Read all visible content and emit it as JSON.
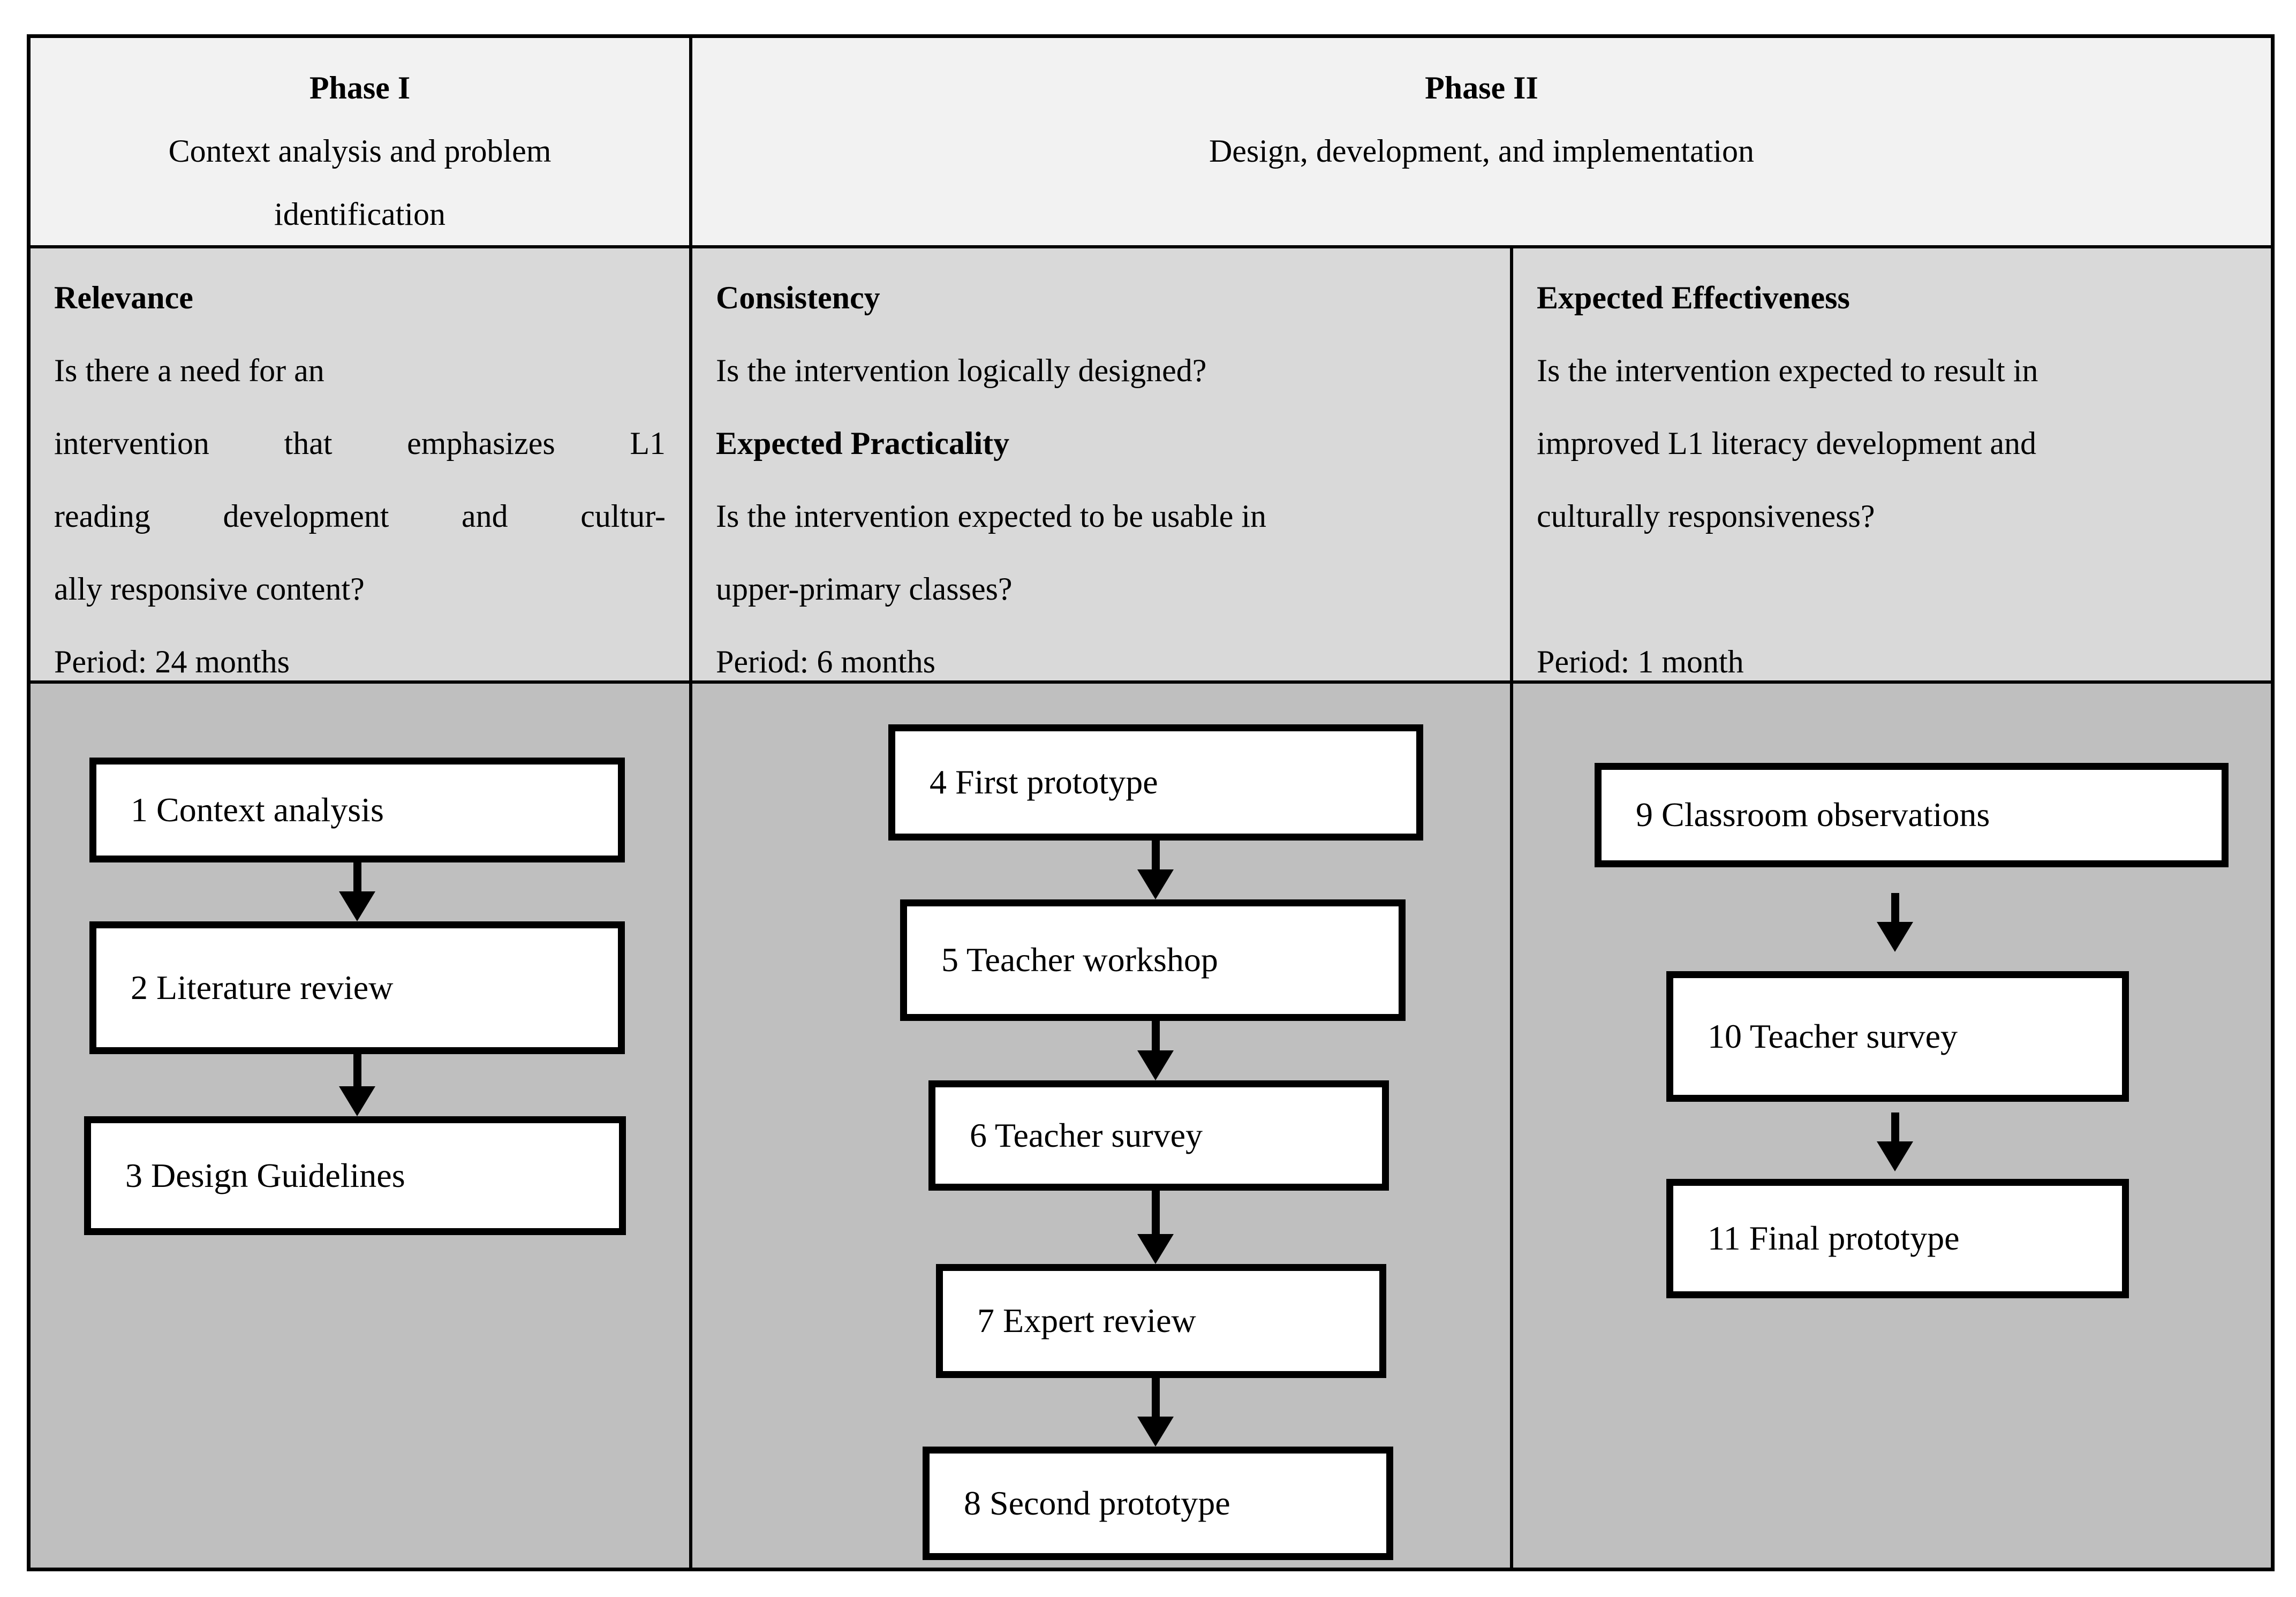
{
  "colors": {
    "row1_bg": "#f2f2f2",
    "row2_bg": "#d9d9d9",
    "row3_bg": "#bfbfbf",
    "border": "#000000",
    "box_bg": "#ffffff"
  },
  "header": {
    "phase1": {
      "title": "Phase I",
      "subtitle_line1": "Context analysis and problem",
      "subtitle_line2": "identification"
    },
    "phase2": {
      "title": "Phase II",
      "subtitle_line1": "Design, development, and implementation"
    }
  },
  "criteria": {
    "relevance": {
      "title": "Relevance",
      "line1": "Is there a need for an",
      "line2": "intervention that emphasizes L1",
      "line3": "reading development and cultur-",
      "line4": "ally responsive content?",
      "period": "Period: 24 months"
    },
    "consistency": {
      "title1": "Consistency",
      "line1": "Is the intervention logically designed?",
      "title2": "Expected Practicality",
      "line2": "Is the intervention expected to be usable in",
      "line3": "upper-primary classes?",
      "period": "Period: 6 months"
    },
    "effectiveness": {
      "title": "Expected Effectiveness",
      "line1": "Is the intervention expected to result in",
      "line2": "improved L1 literacy development and",
      "line3": "culturally responsiveness?",
      "period": "Period: 1 month"
    }
  },
  "flowchart": {
    "phase1_steps": [
      "1 Context analysis",
      "2 Literature review",
      "3 Design Guidelines"
    ],
    "phase2a_steps": [
      "4 First prototype",
      "5 Teacher workshop",
      "6 Teacher survey",
      "7 Expert review",
      "8 Second prototype"
    ],
    "phase2b_steps": [
      "9 Classroom observations",
      "10 Teacher survey",
      "11 Final prototype"
    ]
  }
}
